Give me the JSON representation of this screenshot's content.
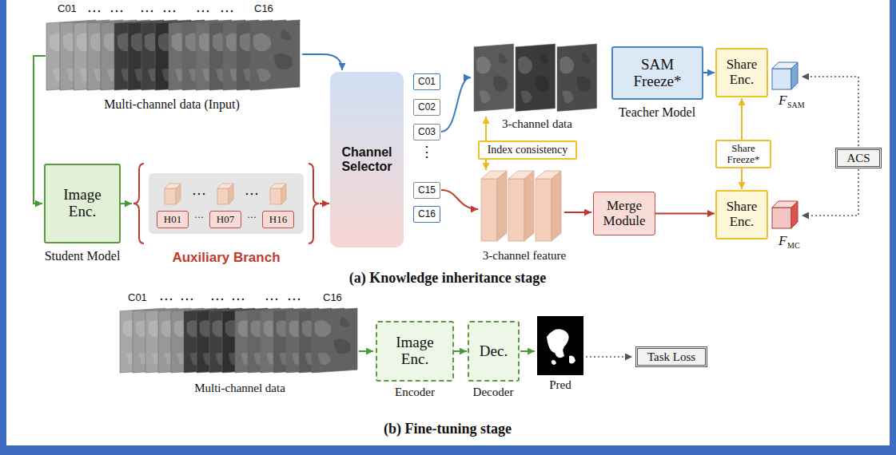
{
  "diagram": {
    "nodes": [
      {
        "text": [
          "Image Enc."
        ]
      },
      {
        "text": [
          "H01"
        ]
      },
      {
        "text": [
          "H07"
        ]
      },
      {
        "text": [
          "H16"
        ]
      },
      {
        "text": [
          "Channel Selector"
        ]
      },
      {
        "text": [
          "C01"
        ]
      },
      {
        "text": [
          "C02"
        ]
      },
      {
        "text": [
          "C03"
        ]
      },
      {
        "text": [
          "C15"
        ]
      },
      {
        "text": [
          "C16"
        ]
      },
      {
        "text": [
          "Index consistency"
        ]
      },
      {
        "text": [
          "SAM Freeze*"
        ]
      },
      {
        "text": [
          "Share Enc."
        ]
      },
      {
        "text": [
          "Share Freeze*"
        ]
      },
      {
        "text": [
          "Merge Module"
        ]
      },
      {
        "text": [
          "Share Enc."
        ]
      },
      {
        "text": [
          "ACS"
        ]
      },
      {
        "text": [
          "Image Enc."
        ]
      },
      {
        "text": [
          "Dec."
        ]
      },
      {
        "text": [
          "Task Loss"
        ]
      }
    ],
    "edges": [
      {
        "from": 11,
        "to": 12,
        "arrow": "to"
      },
      {
        "from": 14,
        "to": 15,
        "arrow": "to"
      },
      {
        "from": 13,
        "to": 12,
        "arrow": "to"
      },
      {
        "from": 13,
        "to": 15,
        "arrow": "to"
      },
      {
        "from": 17,
        "to": 18,
        "arrow": "to"
      }
    ],
    "labels": [
      "C01",
      "C16",
      "Multi-channel data (Input)",
      "Student Model",
      "···",
      "···",
      "Auxiliary Branch",
      "⋮",
      "3-channel data",
      "Teacher Model",
      "F",
      "SAM",
      "3-channel feature",
      "F",
      "MC",
      "(a) Knowledge inheritance stage",
      "C01",
      "C16",
      "Multi-channel data",
      "Encoder",
      "Decoder",
      "Pred",
      "(b) Fine-tuning stage"
    ]
  }
}
